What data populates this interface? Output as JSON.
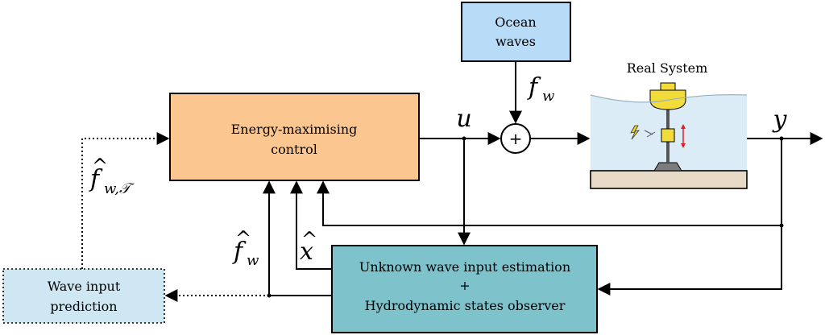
{
  "blocks": {
    "ocean_waves": {
      "line1": "Ocean",
      "line2": "waves",
      "fill": "#b8dcf7"
    },
    "control": {
      "line1": "Energy-maximising",
      "line2": "control",
      "fill": "#fcc690"
    },
    "estimator": {
      "line1": "Unknown wave input estimation",
      "line2": "+",
      "line3": "Hydrodynamic states observer",
      "fill": "#7ec2cc"
    },
    "prediction": {
      "line1": "Wave input",
      "line2": "prediction",
      "fill": "#cfe6f3"
    },
    "real_system": {
      "title": "Real System",
      "water": "#dcecf6",
      "seabed": "#e7dac6",
      "buoy": "#f2dc3a"
    }
  },
  "summing_junction": {
    "symbol": "+"
  },
  "signals": {
    "u": "u",
    "y": "y",
    "f": "f",
    "f_sub": "w",
    "f_hat_sub": "w",
    "f_hat_T_sub": "w,𝒯",
    "x_hat": "x"
  }
}
